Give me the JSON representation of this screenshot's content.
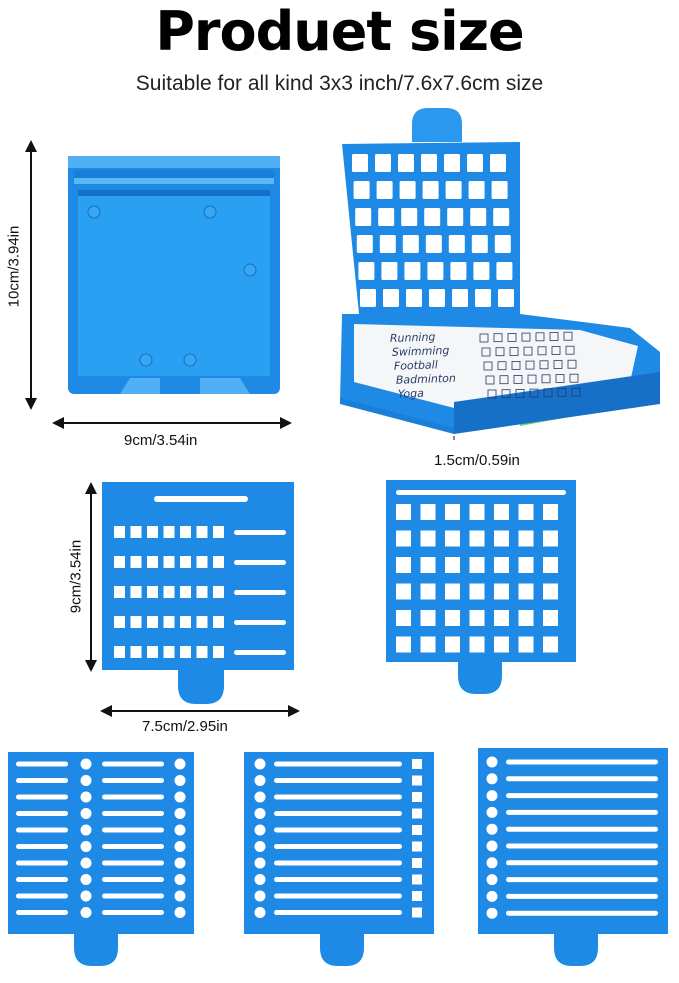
{
  "title": "Produet size",
  "subtitle": "Suitable for all kind 3x3 inch/7.6x7.6cm size",
  "colors": {
    "accent": "#1e90e8",
    "accent_dark": "#1670c8",
    "accent_light": "#4fb0f5"
  },
  "dimensions": {
    "holder_height": "10cm/3.94in",
    "holder_width": "9cm/3.54in",
    "holder_depth": "1.5cm/0.59in",
    "stencil_height": "9cm/3.54in",
    "stencil_width": "7.5cm/2.95in"
  },
  "notepad_lines": [
    "Running",
    "Swimming",
    "Football",
    "Badminton",
    "Yoga"
  ]
}
